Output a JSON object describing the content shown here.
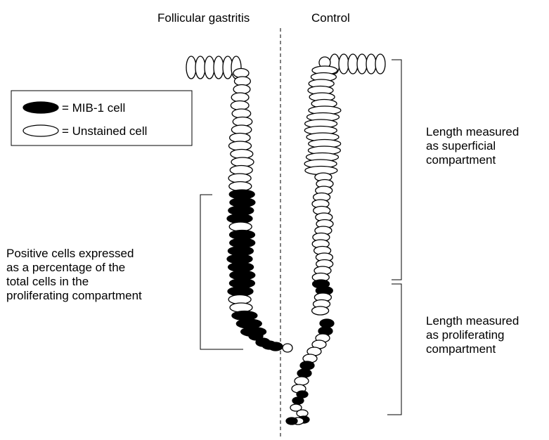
{
  "titles": {
    "left": "Follicular gastritis",
    "right": "Control"
  },
  "legend": {
    "stained": "= MIB-1 cell",
    "unstained": "= Unstained cell"
  },
  "annotations": {
    "positive_cells": [
      "Positive cells expressed",
      "as a percentage of the",
      "total cells in the",
      "proliferating compartment"
    ],
    "superficial": [
      "Length measured",
      "as superficial",
      "compartment"
    ],
    "proliferating": [
      "Length measured",
      "as proliferating",
      "compartment"
    ]
  },
  "colors": {
    "stained_cell": "#000000",
    "unstained_cell": "#ffffff",
    "line": "#000000"
  }
}
